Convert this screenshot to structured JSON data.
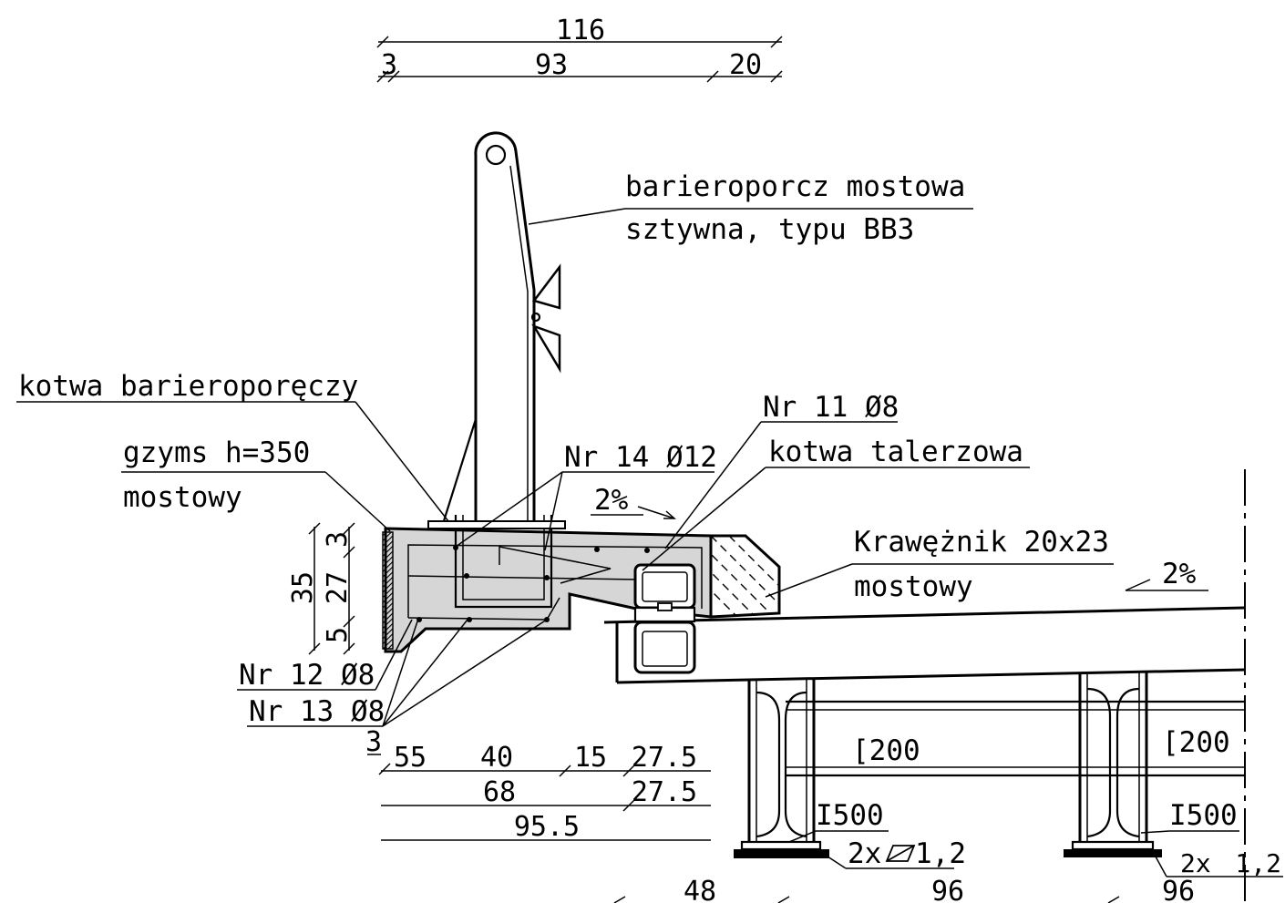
{
  "drawing": {
    "top_dims": {
      "total": "116",
      "a": "3",
      "b": "93",
      "c": "20"
    },
    "labels": {
      "barrier_line1": "barieroporcz mostowa",
      "barrier_line2": "sztywna, typu BB3",
      "barrier_anchor": "kotwa barieroporęczy",
      "rebar_11": "Nr 11 Ø8",
      "cornice_line1": "gzyms h=350",
      "cornice_line2": "mostowy",
      "rebar_14": "Nr 14 Ø12",
      "plate_anchor": "kotwa talerzowa",
      "curb_line1": "Krawężnik 20x23",
      "curb_line2": "mostowy",
      "slope_left": "2%",
      "slope_right": "2%",
      "rebar_12": "Nr 12 Ø8",
      "rebar_13": "Nr 13 Ø8"
    },
    "side_dims": {
      "total": "35",
      "top": "3",
      "mid": "27",
      "bottom": "5"
    },
    "bottom_dims": {
      "row1": [
        "3",
        "55",
        "40",
        "15",
        "27.5"
      ],
      "row2": [
        "68",
        "27.5"
      ],
      "row3": [
        "95.5"
      ]
    },
    "girders": [
      {
        "channel": "[200",
        "beam": "I500",
        "plate_count": "2x",
        "plate_thickness": "1,2"
      },
      {
        "channel": "[200",
        "beam": "I500",
        "plate_count": "2x",
        "plate_thickness": "1,2"
      }
    ],
    "spacing": [
      "48",
      "96",
      "96"
    ]
  }
}
